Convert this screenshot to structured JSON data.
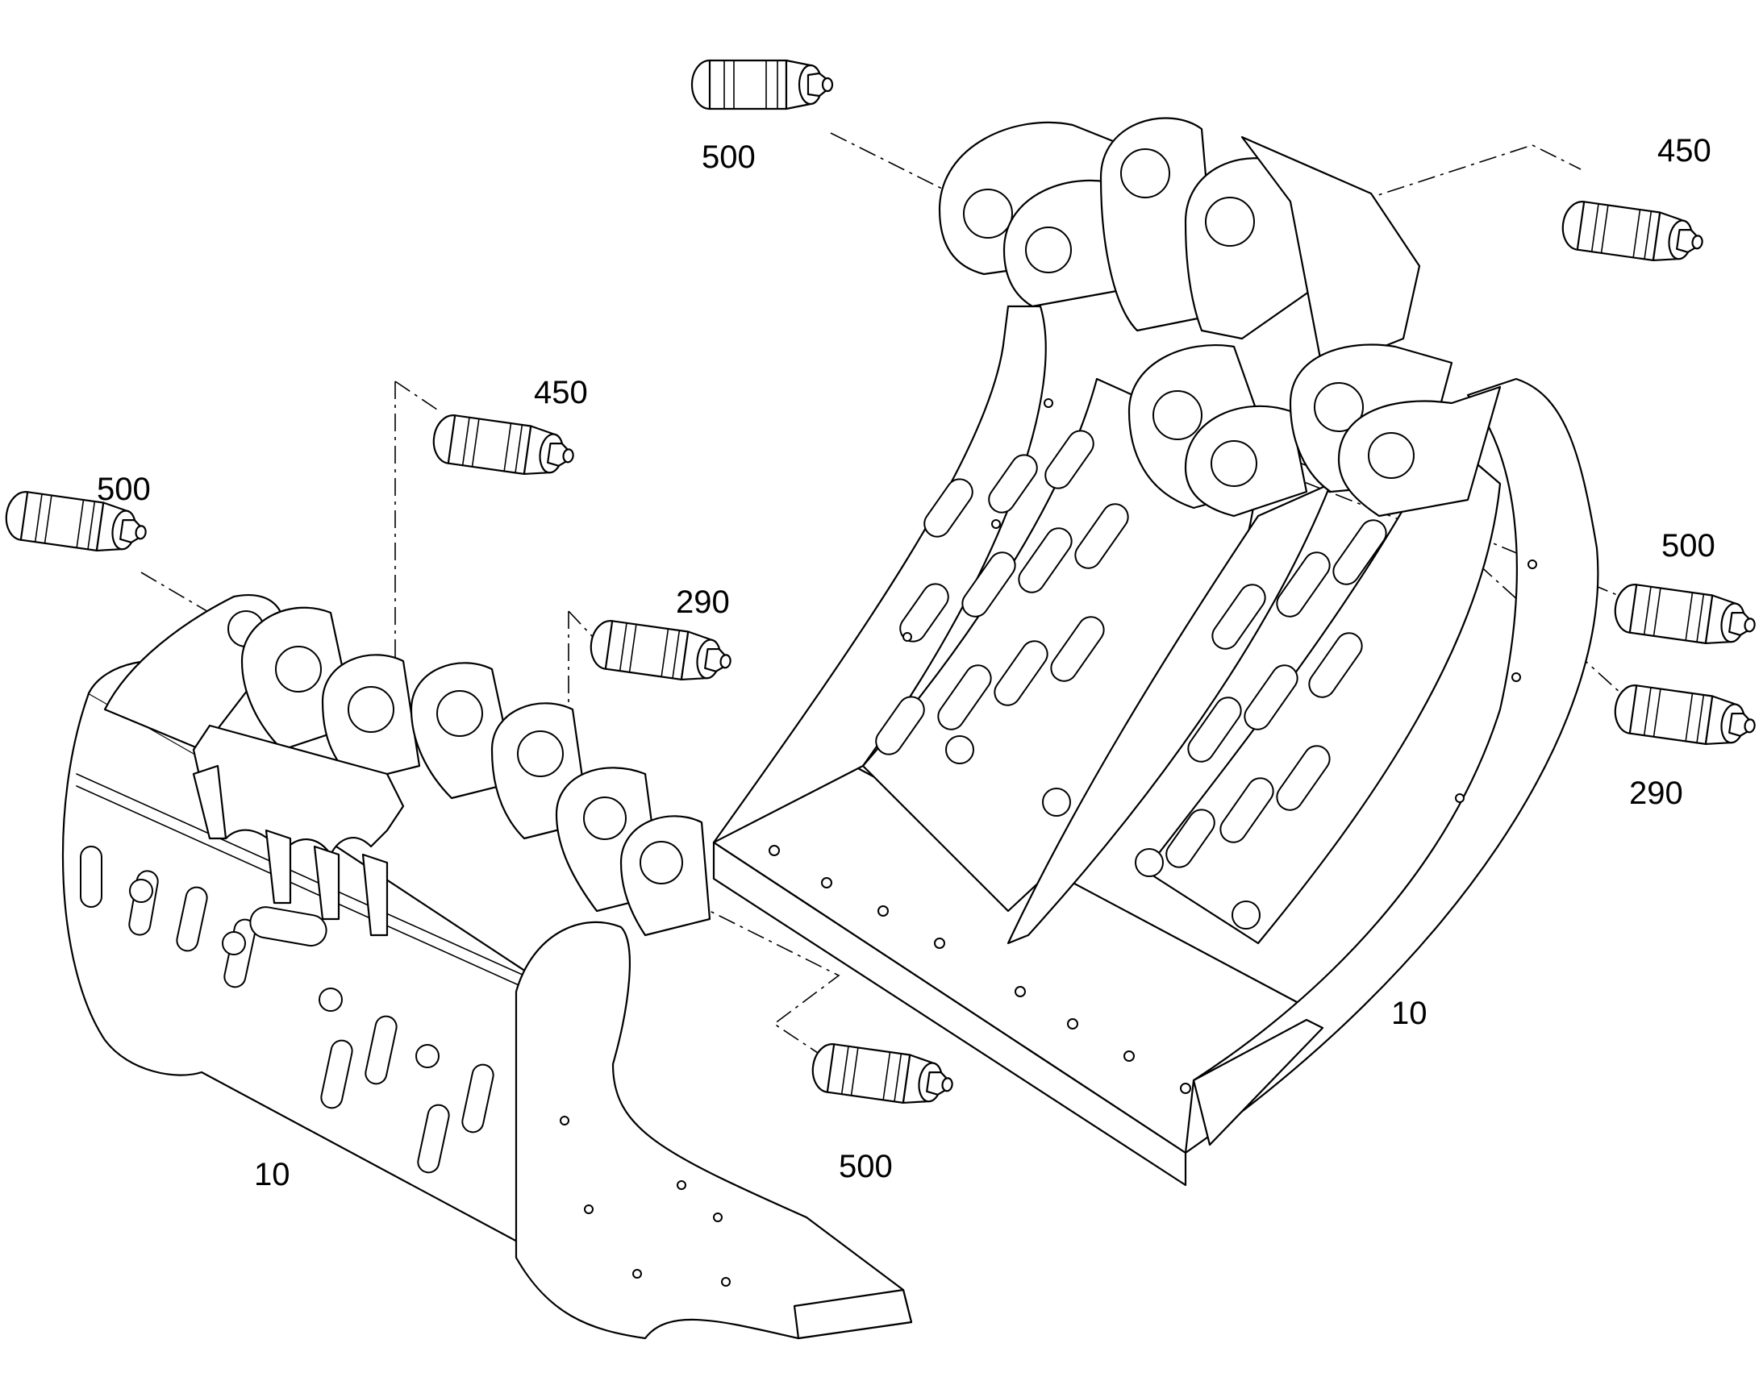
{
  "labels": {
    "pin_500_top": "500",
    "pin_450_top_right": "450",
    "pin_450_mid_left": "450",
    "pin_500_left": "500",
    "pin_290_mid": "290",
    "pin_500_right": "500",
    "pin_290_right": "290",
    "pin_500_bottom": "500",
    "bucket_left": "10",
    "bucket_right": "10"
  },
  "colors": {
    "line": "#000000",
    "background": "#ffffff"
  }
}
